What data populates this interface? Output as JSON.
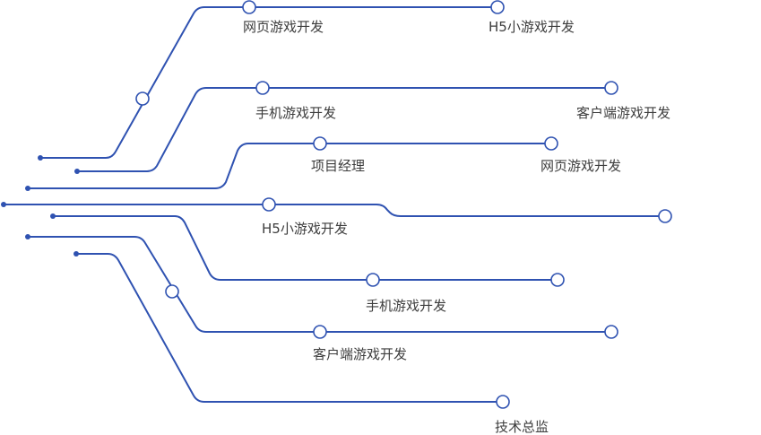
{
  "style": {
    "line_color": "#2f52b1",
    "node_fill": "#ffffff",
    "label_color": "#3d3d3d"
  },
  "labels": {
    "l1": "网页游戏开发",
    "l2": "H5小游戏开发",
    "l3": "手机游戏开发",
    "l4": "客户端游戏开发",
    "l5": "项目经理",
    "l6": "网页游戏开发",
    "l7": "H5小游戏开发",
    "l8": "手机游戏开发",
    "l9": "客户端游戏开发",
    "l10": "技术总监"
  }
}
